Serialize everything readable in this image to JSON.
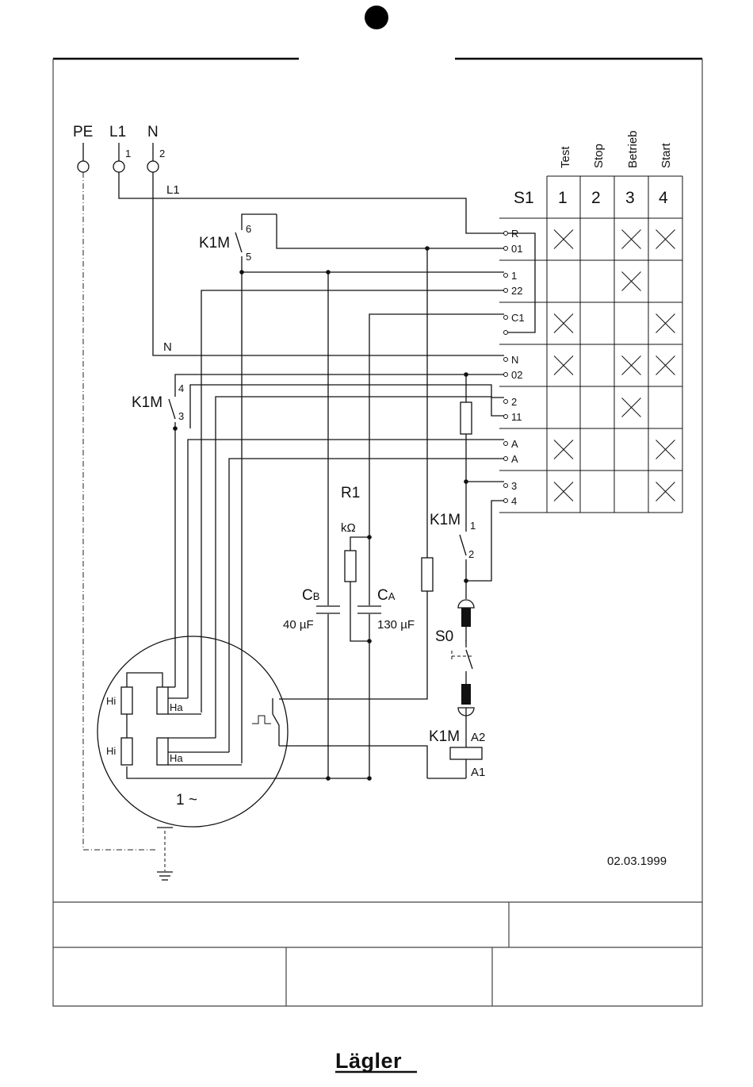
{
  "supply": {
    "pe": "PE",
    "l1": "L1",
    "n": "N",
    "l1_term": "1",
    "n_term": "2",
    "wire_l1": "L1",
    "wire_n": "N"
  },
  "switch": {
    "name": "S1",
    "positions": [
      "Test",
      "Stop",
      "Betrieb",
      "Start"
    ],
    "position_numbers": [
      "1",
      "2",
      "3",
      "4"
    ],
    "terminals": [
      "R",
      "01",
      "1",
      "22",
      "C1",
      "",
      "N",
      "02",
      "2",
      "11",
      "A",
      "A",
      "3",
      "4"
    ],
    "matrix": [
      [
        true,
        false,
        true,
        true
      ],
      [
        false,
        false,
        true,
        false
      ],
      [
        true,
        false,
        false,
        true
      ],
      [
        true,
        false,
        true,
        true
      ],
      [
        false,
        false,
        true,
        false
      ],
      [
        true,
        false,
        false,
        true
      ],
      [
        true,
        false,
        false,
        true
      ]
    ]
  },
  "contactor": {
    "name": "K1M",
    "contact_a": [
      "6",
      "5"
    ],
    "contact_b": [
      "4",
      "3"
    ],
    "contact_c": [
      "1",
      "2"
    ],
    "coil": [
      "A2",
      "A1"
    ]
  },
  "components": {
    "r1": "R1",
    "r1_unit": "kΩ",
    "cb_main": "C",
    "cb_sub": "B",
    "cb_value": "40 µF",
    "ca_main": "C",
    "ca_sub": "A",
    "ca_value": "130 µF",
    "s0": "S0"
  },
  "motor": {
    "winding_1": "Hi",
    "winding_2": "Hi",
    "aux_1": "Ha",
    "aux_2": "Ha",
    "type": "1 ~"
  },
  "date": "02.03.1999",
  "brand": "Lägler"
}
